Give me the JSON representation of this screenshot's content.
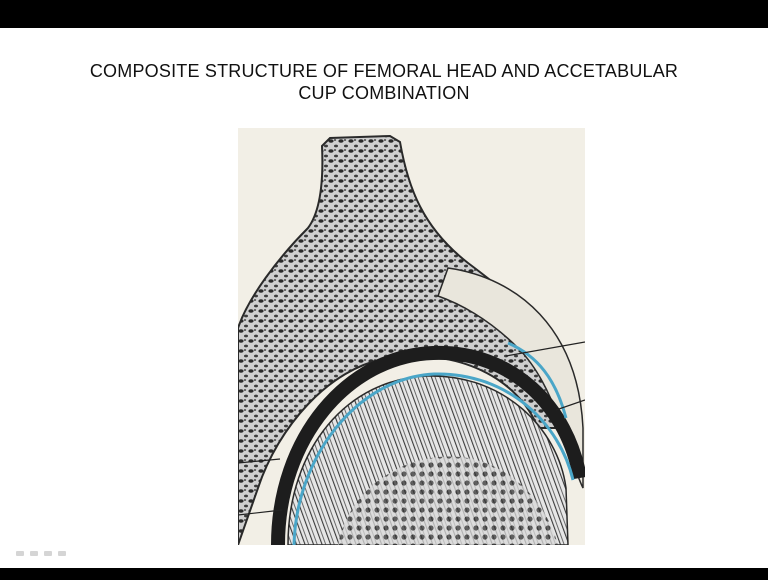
{
  "slide": {
    "title_line1": "COMPOSITE  STRUCTURE  OF  FEMORAL HEAD AND ACCETABULAR",
    "title_line2": "CUP COMBINATION"
  },
  "figure": {
    "subject": "femoral-head-and-acetabular-cup-cross-section",
    "colors": {
      "background": "#f2efe6",
      "bone": "#3a3a3a",
      "cartilage": "#1d1d1d",
      "highlight": "#4aa6c8"
    }
  },
  "controls": {
    "icons": [
      "prev-slide-icon",
      "menu-icon",
      "view-icon",
      "next-slide-icon"
    ]
  }
}
